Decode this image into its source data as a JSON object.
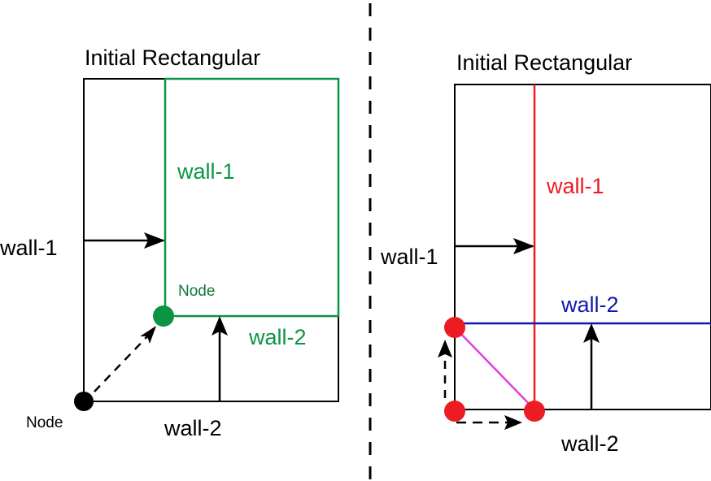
{
  "left_panel": {
    "title": "Initial Rectangular",
    "wall1_outer_label": "wall-1",
    "wall1_inner_label": "wall-1",
    "wall2_inner_label": "wall-2",
    "wall2_outer_label": "wall-2",
    "node_moved_label": "Node",
    "node_origin_label": "Node"
  },
  "right_panel": {
    "title": "Initial Rectangular",
    "wall1_outer_label": "wall-1",
    "wall1_inner_label": "wall-1",
    "wall2_inner_label": "wall-2",
    "wall2_outer_label": "wall-2"
  },
  "colors": {
    "green": "#0b9444",
    "red": "#ed1c24",
    "blue": "#1116b0",
    "magenta": "#e040e0",
    "black": "#000000",
    "divider": "#999999"
  }
}
